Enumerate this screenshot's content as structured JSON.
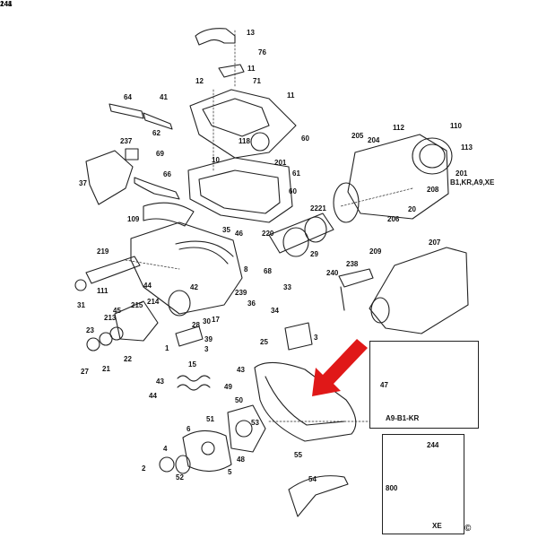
{
  "diagram": {
    "parts": [
      "13",
      "76",
      "11",
      "71",
      "12",
      "11",
      "64",
      "41",
      "62",
      "60",
      "118",
      "112",
      "110",
      "205",
      "204",
      "113",
      "237",
      "69",
      "66",
      "10",
      "201",
      "61",
      "60",
      "201",
      "B1,KR,A9,XE",
      "208",
      "37",
      "109",
      "35",
      "2221",
      "220",
      "20",
      "206",
      "207",
      "219",
      "46",
      "8",
      "68",
      "29",
      "209",
      "238",
      "240",
      "239",
      "44",
      "111",
      "42",
      "214",
      "215",
      "28",
      "30",
      "17",
      "36",
      "34",
      "33",
      "31",
      "45",
      "213",
      "23",
      "22",
      "1",
      "39",
      "3",
      "3",
      "25",
      "27",
      "21",
      "15",
      "43",
      "44",
      "43",
      "49",
      "50",
      "51",
      "53",
      "6",
      "4",
      "48",
      "5",
      "2",
      "52",
      "55",
      "54",
      "47",
      "800",
      "244",
      "244",
      "141"
    ],
    "insets": {
      "top_label": "A9-B1-KR",
      "bottom_label": "XE"
    },
    "copyright": "©"
  },
  "colors": {
    "arrow": "#e01818",
    "ink": "#222222"
  }
}
